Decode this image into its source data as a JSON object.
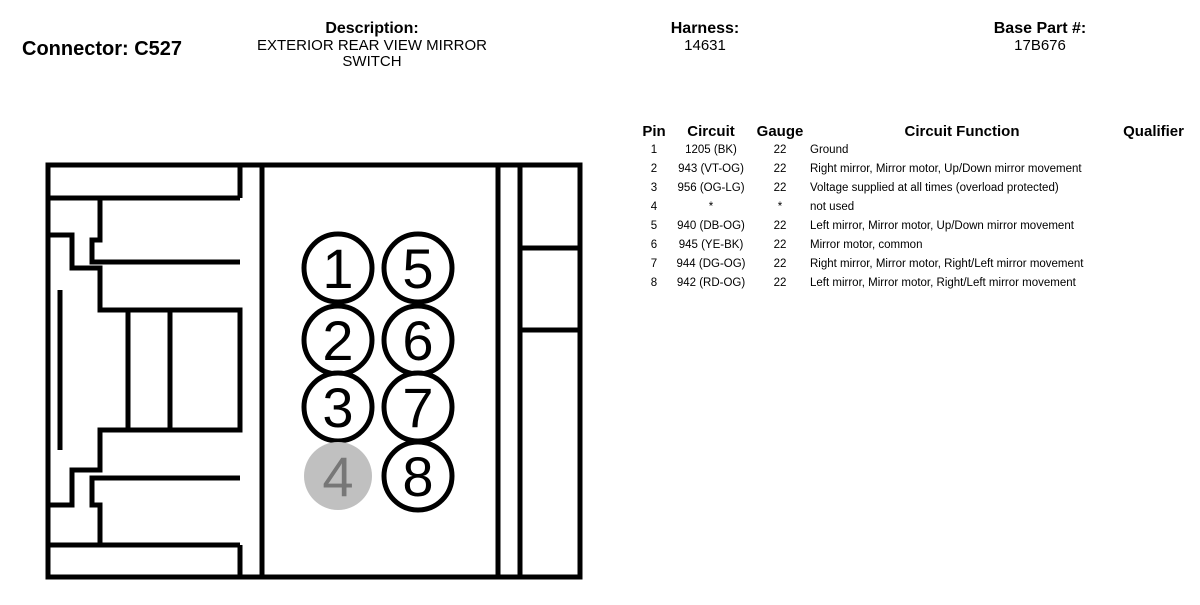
{
  "header": {
    "connector": "Connector: C527",
    "description_label": "Description:",
    "description_line1": "EXTERIOR REAR VIEW MIRROR",
    "description_line2": "SWITCH",
    "harness_label": "Harness:",
    "harness_value": "14631",
    "base_part_label": "Base Part #:",
    "base_part_value": "17B676"
  },
  "table": {
    "headers": [
      "Pin",
      "Circuit",
      "Gauge",
      "Circuit Function",
      "Qualifier"
    ],
    "rows": [
      {
        "pin": "1",
        "circuit": "1205 (BK)",
        "gauge": "22",
        "function": "Ground",
        "qualifier": ""
      },
      {
        "pin": "2",
        "circuit": "943 (VT-OG)",
        "gauge": "22",
        "function": "Right mirror, Mirror motor, Up/Down mirror movement",
        "qualifier": ""
      },
      {
        "pin": "3",
        "circuit": "956 (OG-LG)",
        "gauge": "22",
        "function": "Voltage supplied at all times (overload protected)",
        "qualifier": ""
      },
      {
        "pin": "4",
        "circuit": "*",
        "gauge": "*",
        "function": "not used",
        "qualifier": ""
      },
      {
        "pin": "5",
        "circuit": "940 (DB-OG)",
        "gauge": "22",
        "function": "Left mirror, Mirror motor, Up/Down mirror movement",
        "qualifier": ""
      },
      {
        "pin": "6",
        "circuit": "945 (YE-BK)",
        "gauge": "22",
        "function": "Mirror motor, common",
        "qualifier": ""
      },
      {
        "pin": "7",
        "circuit": "944 (DG-OG)",
        "gauge": "22",
        "function": "Right mirror, Mirror motor, Right/Left mirror movement",
        "qualifier": ""
      },
      {
        "pin": "8",
        "circuit": "942 (RD-OG)",
        "gauge": "22",
        "function": "Left mirror, Mirror motor, Right/Left mirror movement",
        "qualifier": ""
      }
    ]
  },
  "diagram": {
    "pins": [
      {
        "label": "1",
        "used": true
      },
      {
        "label": "5",
        "used": true
      },
      {
        "label": "2",
        "used": true
      },
      {
        "label": "6",
        "used": true
      },
      {
        "label": "3",
        "used": true
      },
      {
        "label": "7",
        "used": true
      },
      {
        "label": "4",
        "used": false
      },
      {
        "label": "8",
        "used": true
      }
    ],
    "unused_fill": "#c0c0c0",
    "unused_text": "#777777"
  }
}
